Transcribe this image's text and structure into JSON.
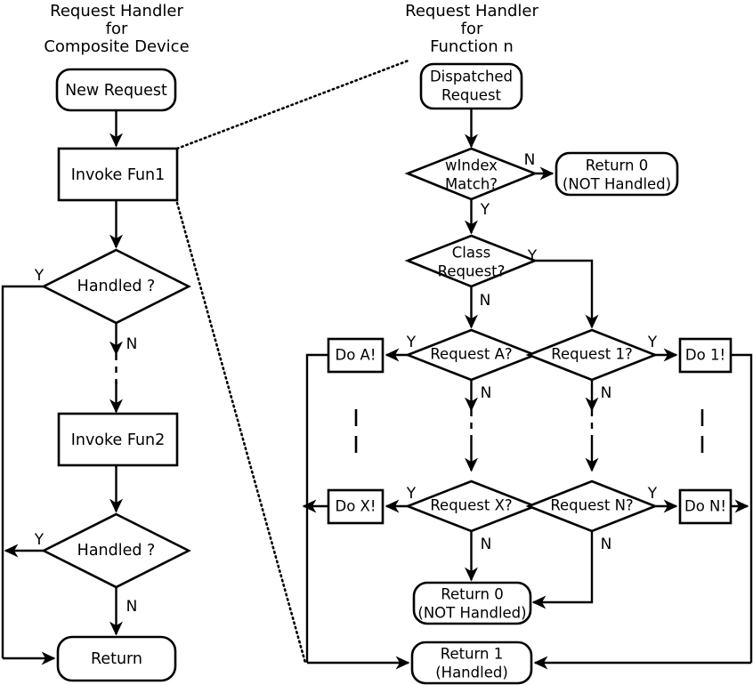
{
  "diagram": {
    "type": "flowchart",
    "panels": [
      {
        "id": "composite",
        "title_lines": [
          "Request Handler",
          "for",
          "Composite Device"
        ],
        "nodes": [
          {
            "id": "new-request",
            "shape": "terminator",
            "label": "New Request"
          },
          {
            "id": "invoke-fun1",
            "shape": "process",
            "label": "Invoke Fun1"
          },
          {
            "id": "handled-1",
            "shape": "decision",
            "label": "Handled ?"
          },
          {
            "id": "invoke-fun2",
            "shape": "process",
            "label": "Invoke Fun2"
          },
          {
            "id": "handled-2",
            "shape": "decision",
            "label": "Handled ?"
          },
          {
            "id": "return",
            "shape": "terminator",
            "label": "Return"
          }
        ],
        "edges": [
          {
            "from": "new-request",
            "to": "invoke-fun1",
            "label": ""
          },
          {
            "from": "invoke-fun1",
            "to": "handled-1",
            "label": ""
          },
          {
            "from": "handled-1",
            "to": "return",
            "label": "Y"
          },
          {
            "from": "handled-1",
            "to": "invoke-fun2",
            "label": "N",
            "style": "dashed"
          },
          {
            "from": "invoke-fun2",
            "to": "handled-2",
            "label": ""
          },
          {
            "from": "handled-2",
            "to": "return",
            "label": "Y"
          },
          {
            "from": "handled-2",
            "to": "return",
            "label": "N"
          }
        ]
      },
      {
        "id": "function-n",
        "title_lines": [
          "Request Handler",
          "for",
          "Function n"
        ],
        "nodes": [
          {
            "id": "dispatched-request",
            "shape": "terminator",
            "label_lines": [
              "Dispatched",
              "Request"
            ]
          },
          {
            "id": "windex-match",
            "shape": "decision",
            "label_lines": [
              "wIndex",
              "Match?"
            ]
          },
          {
            "id": "return0-top",
            "shape": "terminator",
            "label_lines": [
              "Return 0",
              "(NOT Handled)"
            ]
          },
          {
            "id": "class-request",
            "shape": "decision",
            "label_lines": [
              "Class",
              "Request?"
            ]
          },
          {
            "id": "request-a",
            "shape": "decision",
            "label": "Request A?"
          },
          {
            "id": "do-a",
            "shape": "process",
            "label": "Do A!"
          },
          {
            "id": "request-x",
            "shape": "decision",
            "label": "Request X?"
          },
          {
            "id": "do-x",
            "shape": "process",
            "label": "Do X!"
          },
          {
            "id": "request-1",
            "shape": "decision",
            "label": "Request 1?"
          },
          {
            "id": "do-1",
            "shape": "process",
            "label": "Do 1!"
          },
          {
            "id": "request-n",
            "shape": "decision",
            "label": "Request N?"
          },
          {
            "id": "do-n",
            "shape": "process",
            "label": "Do N!"
          },
          {
            "id": "return0-bottom",
            "shape": "terminator",
            "label_lines": [
              "Return 0",
              "(NOT Handled)"
            ]
          },
          {
            "id": "return1",
            "shape": "terminator",
            "label_lines": [
              "Return 1",
              "(Handled)"
            ]
          }
        ],
        "edges": [
          {
            "from": "dispatched-request",
            "to": "windex-match",
            "label": ""
          },
          {
            "from": "windex-match",
            "to": "return0-top",
            "label": "N"
          },
          {
            "from": "windex-match",
            "to": "class-request",
            "label": "Y"
          },
          {
            "from": "class-request",
            "to": "request-a",
            "label": "N"
          },
          {
            "from": "class-request",
            "to": "request-1",
            "label": "Y"
          },
          {
            "from": "request-a",
            "to": "do-a",
            "label": "Y"
          },
          {
            "from": "request-a",
            "to": "request-x",
            "label": "N",
            "style": "dashed"
          },
          {
            "from": "request-x",
            "to": "do-x",
            "label": "Y"
          },
          {
            "from": "request-x",
            "to": "return0-bottom",
            "label": "N"
          },
          {
            "from": "request-1",
            "to": "do-1",
            "label": "Y"
          },
          {
            "from": "request-1",
            "to": "request-n",
            "label": "N",
            "style": "dashed"
          },
          {
            "from": "request-n",
            "to": "do-n",
            "label": "Y"
          },
          {
            "from": "request-n",
            "to": "return0-bottom",
            "label": "N"
          },
          {
            "from": "do-a",
            "to": "return1",
            "label": ""
          },
          {
            "from": "do-x",
            "to": "return1",
            "label": ""
          },
          {
            "from": "do-1",
            "to": "return1",
            "label": ""
          },
          {
            "from": "do-n",
            "to": "return1",
            "label": ""
          }
        ]
      }
    ],
    "connectors": [
      {
        "id": "zoom-link-top",
        "style": "dotted",
        "from": "invoke-fun1",
        "to": "function-n-panel"
      },
      {
        "id": "zoom-link-bottom",
        "style": "dotted",
        "from": "invoke-fun1",
        "to": "function-n-panel"
      }
    ],
    "ellipsis_marks": [
      {
        "id": "ellipsis-left-col"
      },
      {
        "id": "ellipsis-right-col"
      }
    ],
    "colors": {
      "stroke": "#000000",
      "fill": "#ffffff",
      "text": "#000000"
    }
  },
  "labels": {
    "title_left_1": "Request Handler",
    "title_left_2": "for",
    "title_left_3": "Composite Device",
    "title_right_1": "Request Handler",
    "title_right_2": "for",
    "title_right_3": "Function n",
    "new_request": "New Request",
    "invoke_fun1": "Invoke Fun1",
    "handled_1": "Handled ?",
    "invoke_fun2": "Invoke Fun2",
    "handled_2": "Handled ?",
    "return_left": "Return",
    "dispatched_1": "Dispatched",
    "dispatched_2": "Request",
    "windex_1": "wIndex",
    "windex_2": "Match?",
    "return0_top_1": "Return 0",
    "return0_top_2": "(NOT Handled)",
    "class_1": "Class",
    "class_2": "Request?",
    "request_a": "Request A?",
    "do_a": "Do A!",
    "request_x": "Request X?",
    "do_x": "Do X!",
    "request_1": "Request 1?",
    "do_1": "Do 1!",
    "request_n": "Request N?",
    "do_n": "Do N!",
    "return0_bot_1": "Return 0",
    "return0_bot_2": "(NOT Handled)",
    "return1_1": "Return 1",
    "return1_2": "(Handled)",
    "y": "Y",
    "n": "N"
  }
}
